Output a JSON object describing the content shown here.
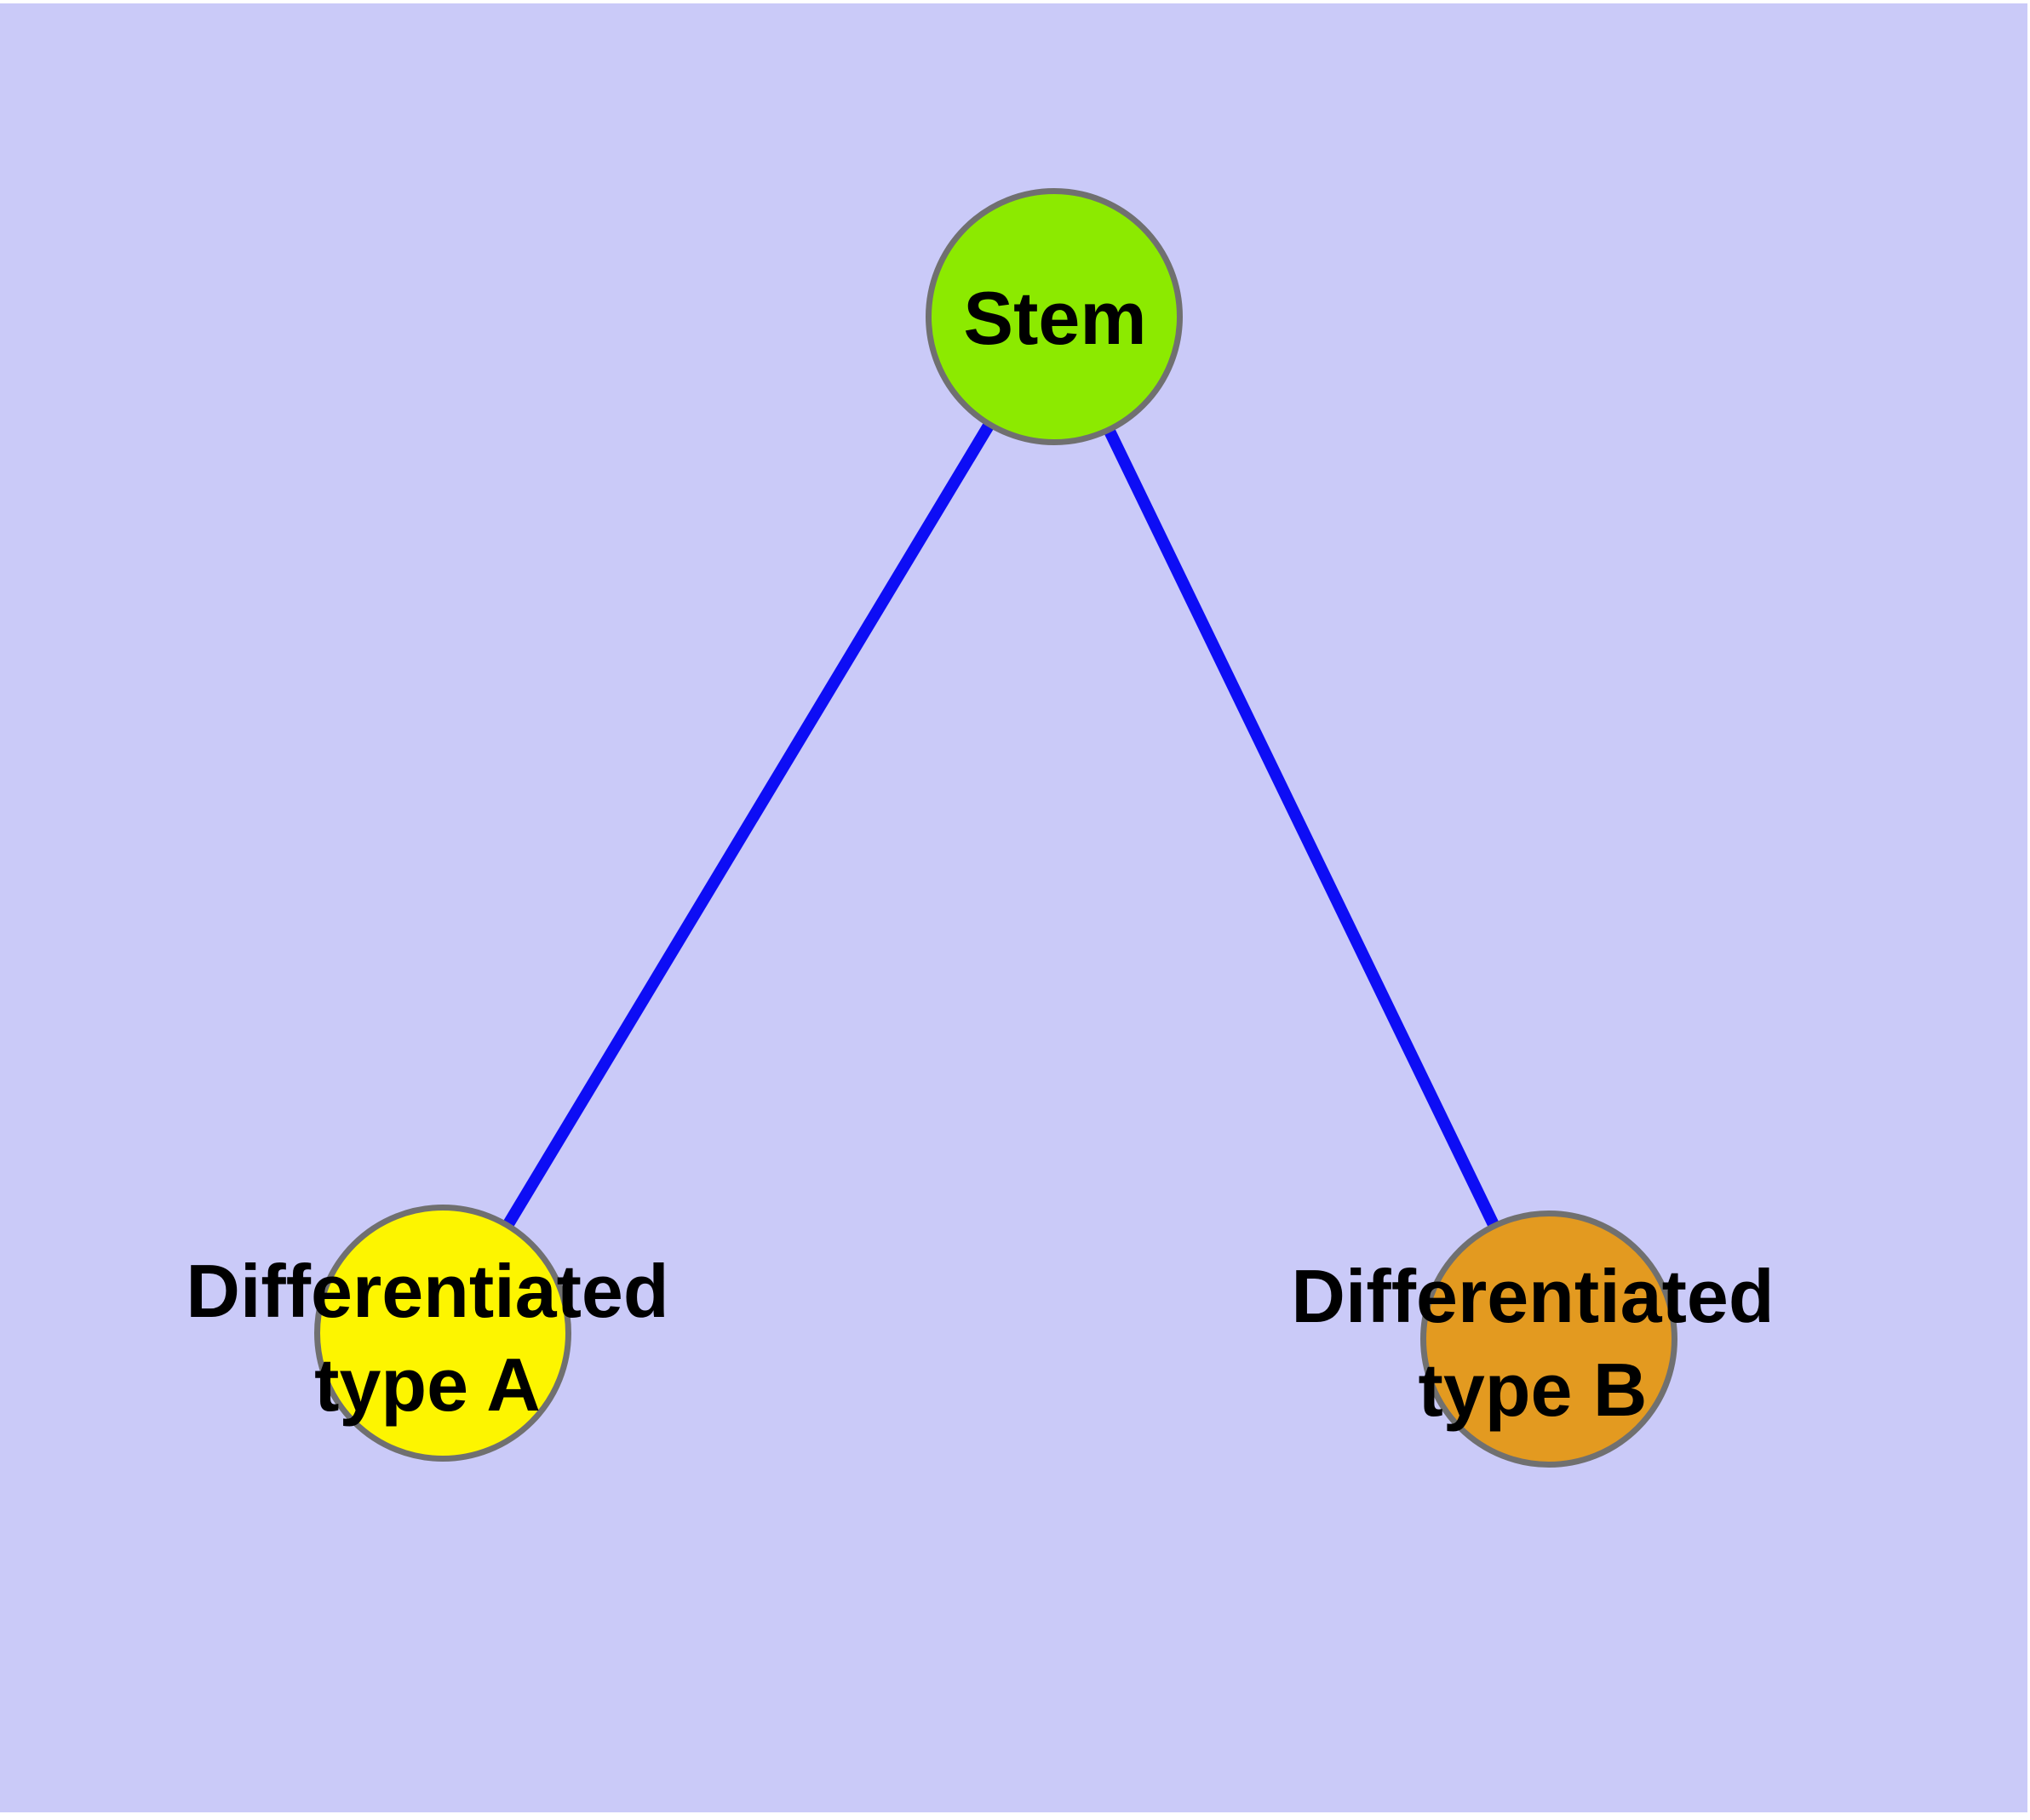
{
  "colors": {
    "background": "#CACAF8",
    "page_margin": "#FFFFFF",
    "node_border": "#707070",
    "edge": "#0D0DF5",
    "label_text": "#000000",
    "stem_fill": "#8CEA00",
    "type_a_fill": "#FDF500",
    "type_b_fill": "#E39A20"
  },
  "graph": {
    "nodes": [
      {
        "id": "stem",
        "label": "Stem"
      },
      {
        "id": "type-a",
        "label": "Differentiated\ntype A"
      },
      {
        "id": "type-b",
        "label": "Differentiated\ntype B"
      }
    ],
    "edges": [
      {
        "from": "stem",
        "to": "type-a"
      },
      {
        "from": "stem",
        "to": "type-b"
      }
    ]
  }
}
